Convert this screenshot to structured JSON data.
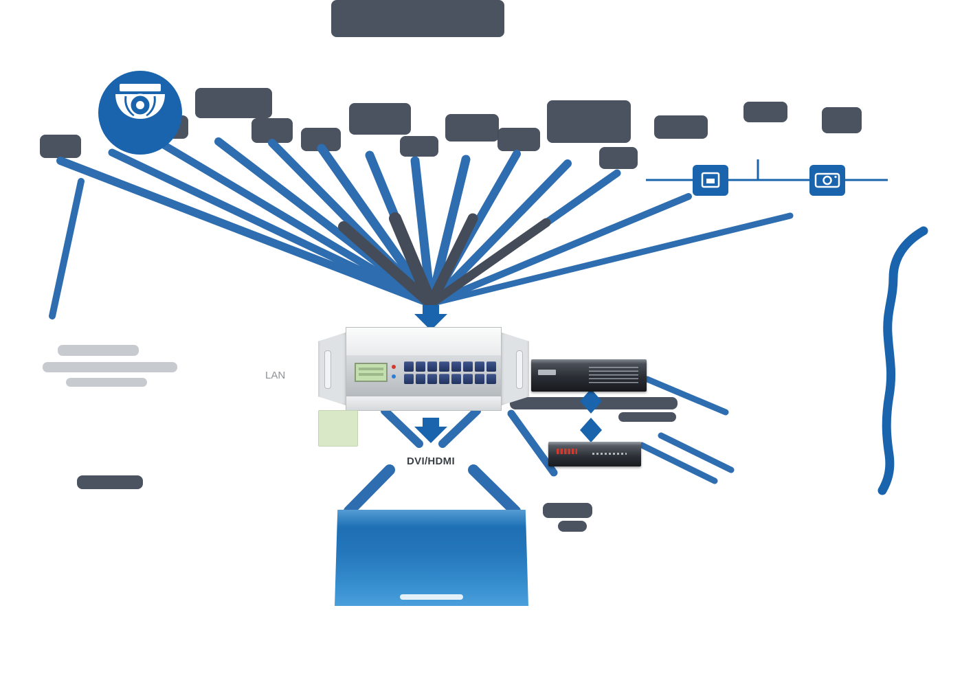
{
  "labels": {
    "lan": "LAN",
    "dvi_hdmi": "DVI/HDMI"
  },
  "colors": {
    "accent_blue": "#1a64ad",
    "beam_blue": "#2e6daf",
    "silhouette_gray": "#454c59",
    "remnant_gray": "#99a0a7",
    "lcd_green": "#c4dfae",
    "logo_red": "#cf3b2e",
    "label_gray": "#8d9297",
    "text_dark": "#3a3f46",
    "screen_blue": "#1e6fb4"
  },
  "icons": [
    "dome-camera-icon",
    "wall-plate-icon",
    "projector-lens-icon",
    "down-arrow-icon",
    "link-diamond-icon"
  ],
  "devices": {
    "matrix_switcher": {
      "button_rows": 2,
      "button_cols": 8
    }
  }
}
